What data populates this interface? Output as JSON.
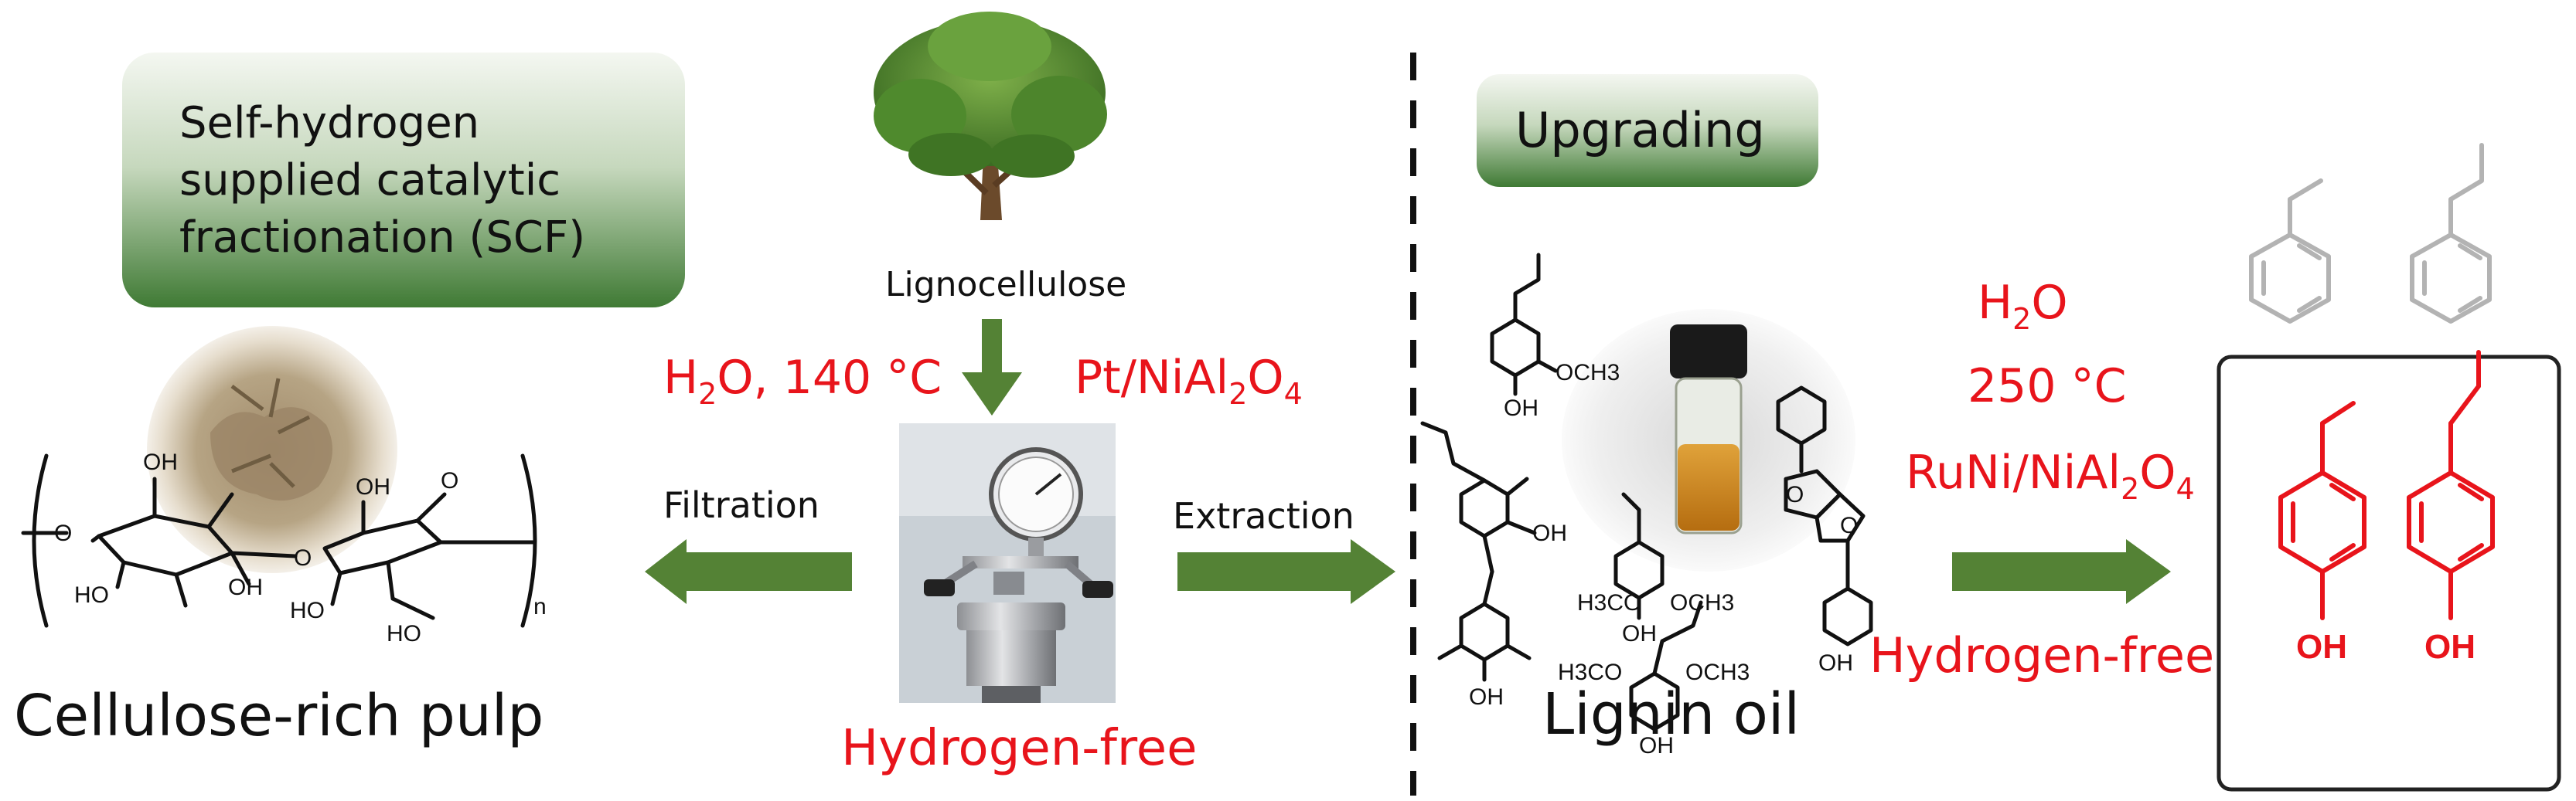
{
  "labels": {
    "scf_line1": "Self-hydrogen",
    "scf_line2": "supplied catalytic",
    "scf_line3": "fractionation (SCF)",
    "upgrading": "Upgrading",
    "lignocellulose": "Lignocellulose",
    "filtration": "Filtration",
    "extraction": "Extraction",
    "cellulose_pulp": "Cellulose-rich pulp",
    "lignin_oil": "Lignin oil"
  },
  "conditions": {
    "scf_solvent_h": "H",
    "scf_solvent_sub": "2",
    "scf_solvent_rest": "O, 140 °C",
    "scf_catalyst_a": "Pt/NiAl",
    "scf_catalyst_sub2": "2",
    "scf_catalyst_o": "O",
    "scf_catalyst_sub4": "4",
    "scf_h2free": "Hydrogen-free",
    "up_solvent_h": "H",
    "up_solvent_sub": "2",
    "up_solvent_o": "O",
    "up_temp": "250 °C",
    "up_catalyst_a": "RuNi/NiAl",
    "up_catalyst_sub2": "2",
    "up_catalyst_o": "O",
    "up_catalyst_sub4": "4",
    "up_h2free": "Hydrogen-free"
  },
  "atoms": {
    "oh": "OH",
    "o": "O",
    "ho": "HO",
    "och3": "OCH3",
    "h3co": "H3CO",
    "n": "n"
  },
  "colors": {
    "condition_red": "#e8141b",
    "arrow_green": "#548235",
    "box_green_dark": "#3f7a34",
    "box_green_light": "#eef3ea",
    "product_gray": "#b3b3b3"
  }
}
